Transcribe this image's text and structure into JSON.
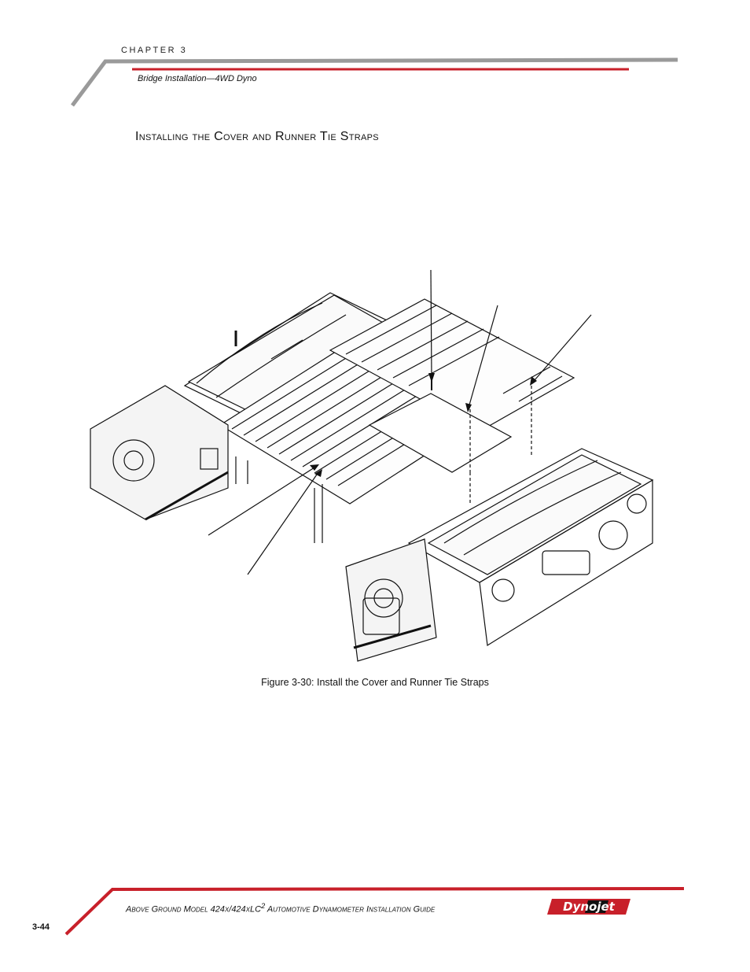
{
  "header": {
    "chapter": "CHAPTER 3",
    "section": "Bridge Installation—4WD Dyno",
    "accent_color": "#c8202a",
    "rule_color": "#9a9a9a"
  },
  "main": {
    "heading": "Installing the Cover and Runner Tie Straps",
    "figure_caption": "Figure 3-30: Install the Cover and Runner Tie Straps"
  },
  "footer": {
    "title": "Above Ground Model 424x/424xLC",
    "title_sup": "2",
    "title_rest": " Automotive Dynamometer Installation Guide",
    "page_number": "3-44",
    "logo_text": "Dynojet",
    "accent_color": "#c8202a"
  }
}
